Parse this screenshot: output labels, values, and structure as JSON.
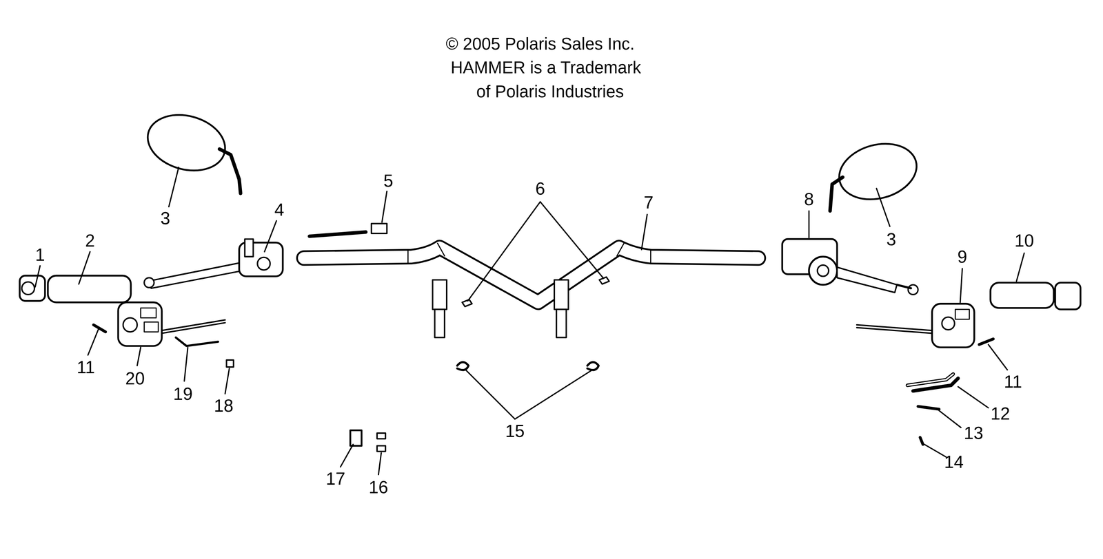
{
  "diagram": {
    "labels": [
      "© 2005 Polaris Sales Inc.",
      "HAMMER is a Trademark",
      "of Polaris Industries",
      "1",
      "2",
      "3",
      "4",
      "5",
      "6",
      "7",
      "8",
      "3",
      "9",
      "10",
      "11",
      "20",
      "19",
      "18",
      "11",
      "12",
      "13",
      "14",
      "15",
      "17",
      "16"
    ]
  }
}
